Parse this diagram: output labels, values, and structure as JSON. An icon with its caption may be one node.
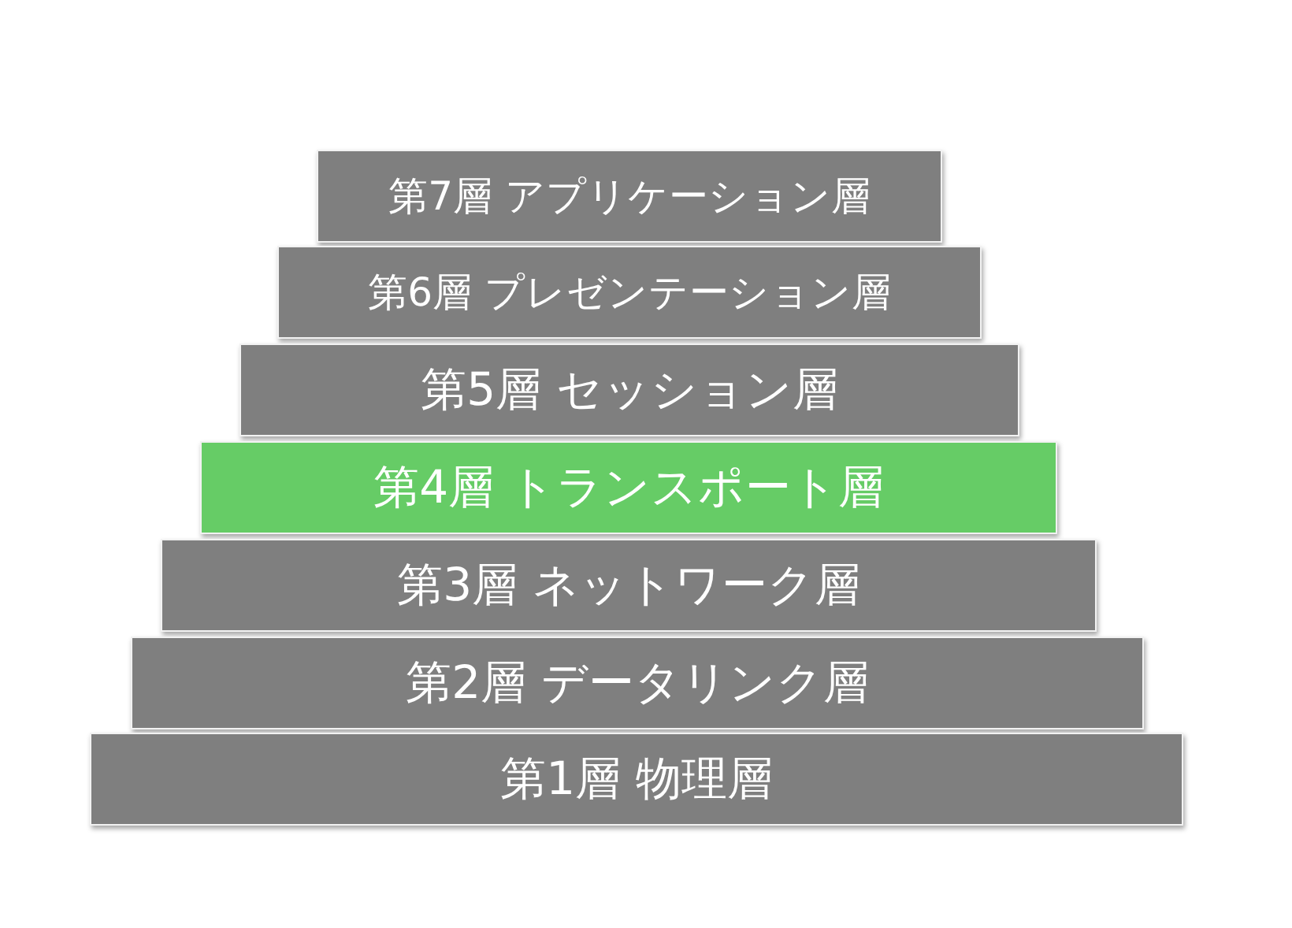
{
  "diagram": {
    "nodes": [
      {
        "text": [
          "第7層 アプリケーション層"
        ]
      },
      {
        "text": [
          "第6層 プレゼンテーション層"
        ]
      },
      {
        "text": [
          "第5層 セッション層"
        ]
      },
      {
        "text": [
          "第4層 トランスポート層"
        ]
      },
      {
        "text": [
          "第3層 ネットワーク層"
        ]
      },
      {
        "text": [
          "第2層 データリンク層"
        ]
      },
      {
        "text": [
          "第1層 物理層"
        ]
      }
    ]
  }
}
